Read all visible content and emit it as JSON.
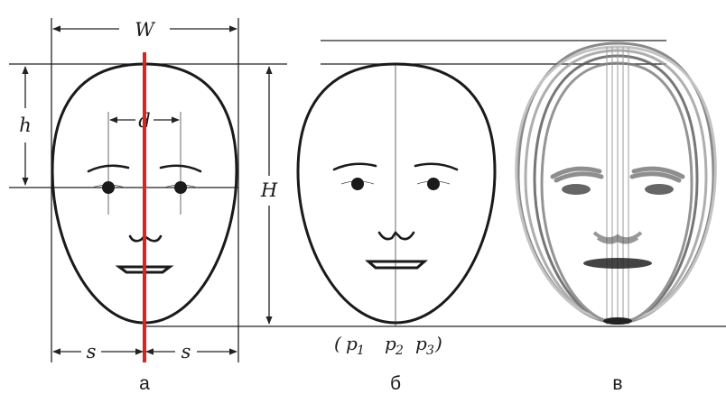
{
  "dimension_labels": {
    "width": "W",
    "half_width_left": "s",
    "half_width_right": "s",
    "eye_distance": "d",
    "eye_height": "h",
    "face_height": "H"
  },
  "point_labels": {
    "open": "(",
    "p1_base": "p",
    "p1_sub": "1",
    "p2_base": "p",
    "p2_sub": "2",
    "p3_base": "p",
    "p3_sub": "3",
    "close": ")"
  },
  "panel_labels": [
    "а",
    "б",
    "в"
  ],
  "colors": {
    "axis": "#d9261c",
    "outline": "#1a1a1a",
    "ghost": "#8c8c8c"
  }
}
